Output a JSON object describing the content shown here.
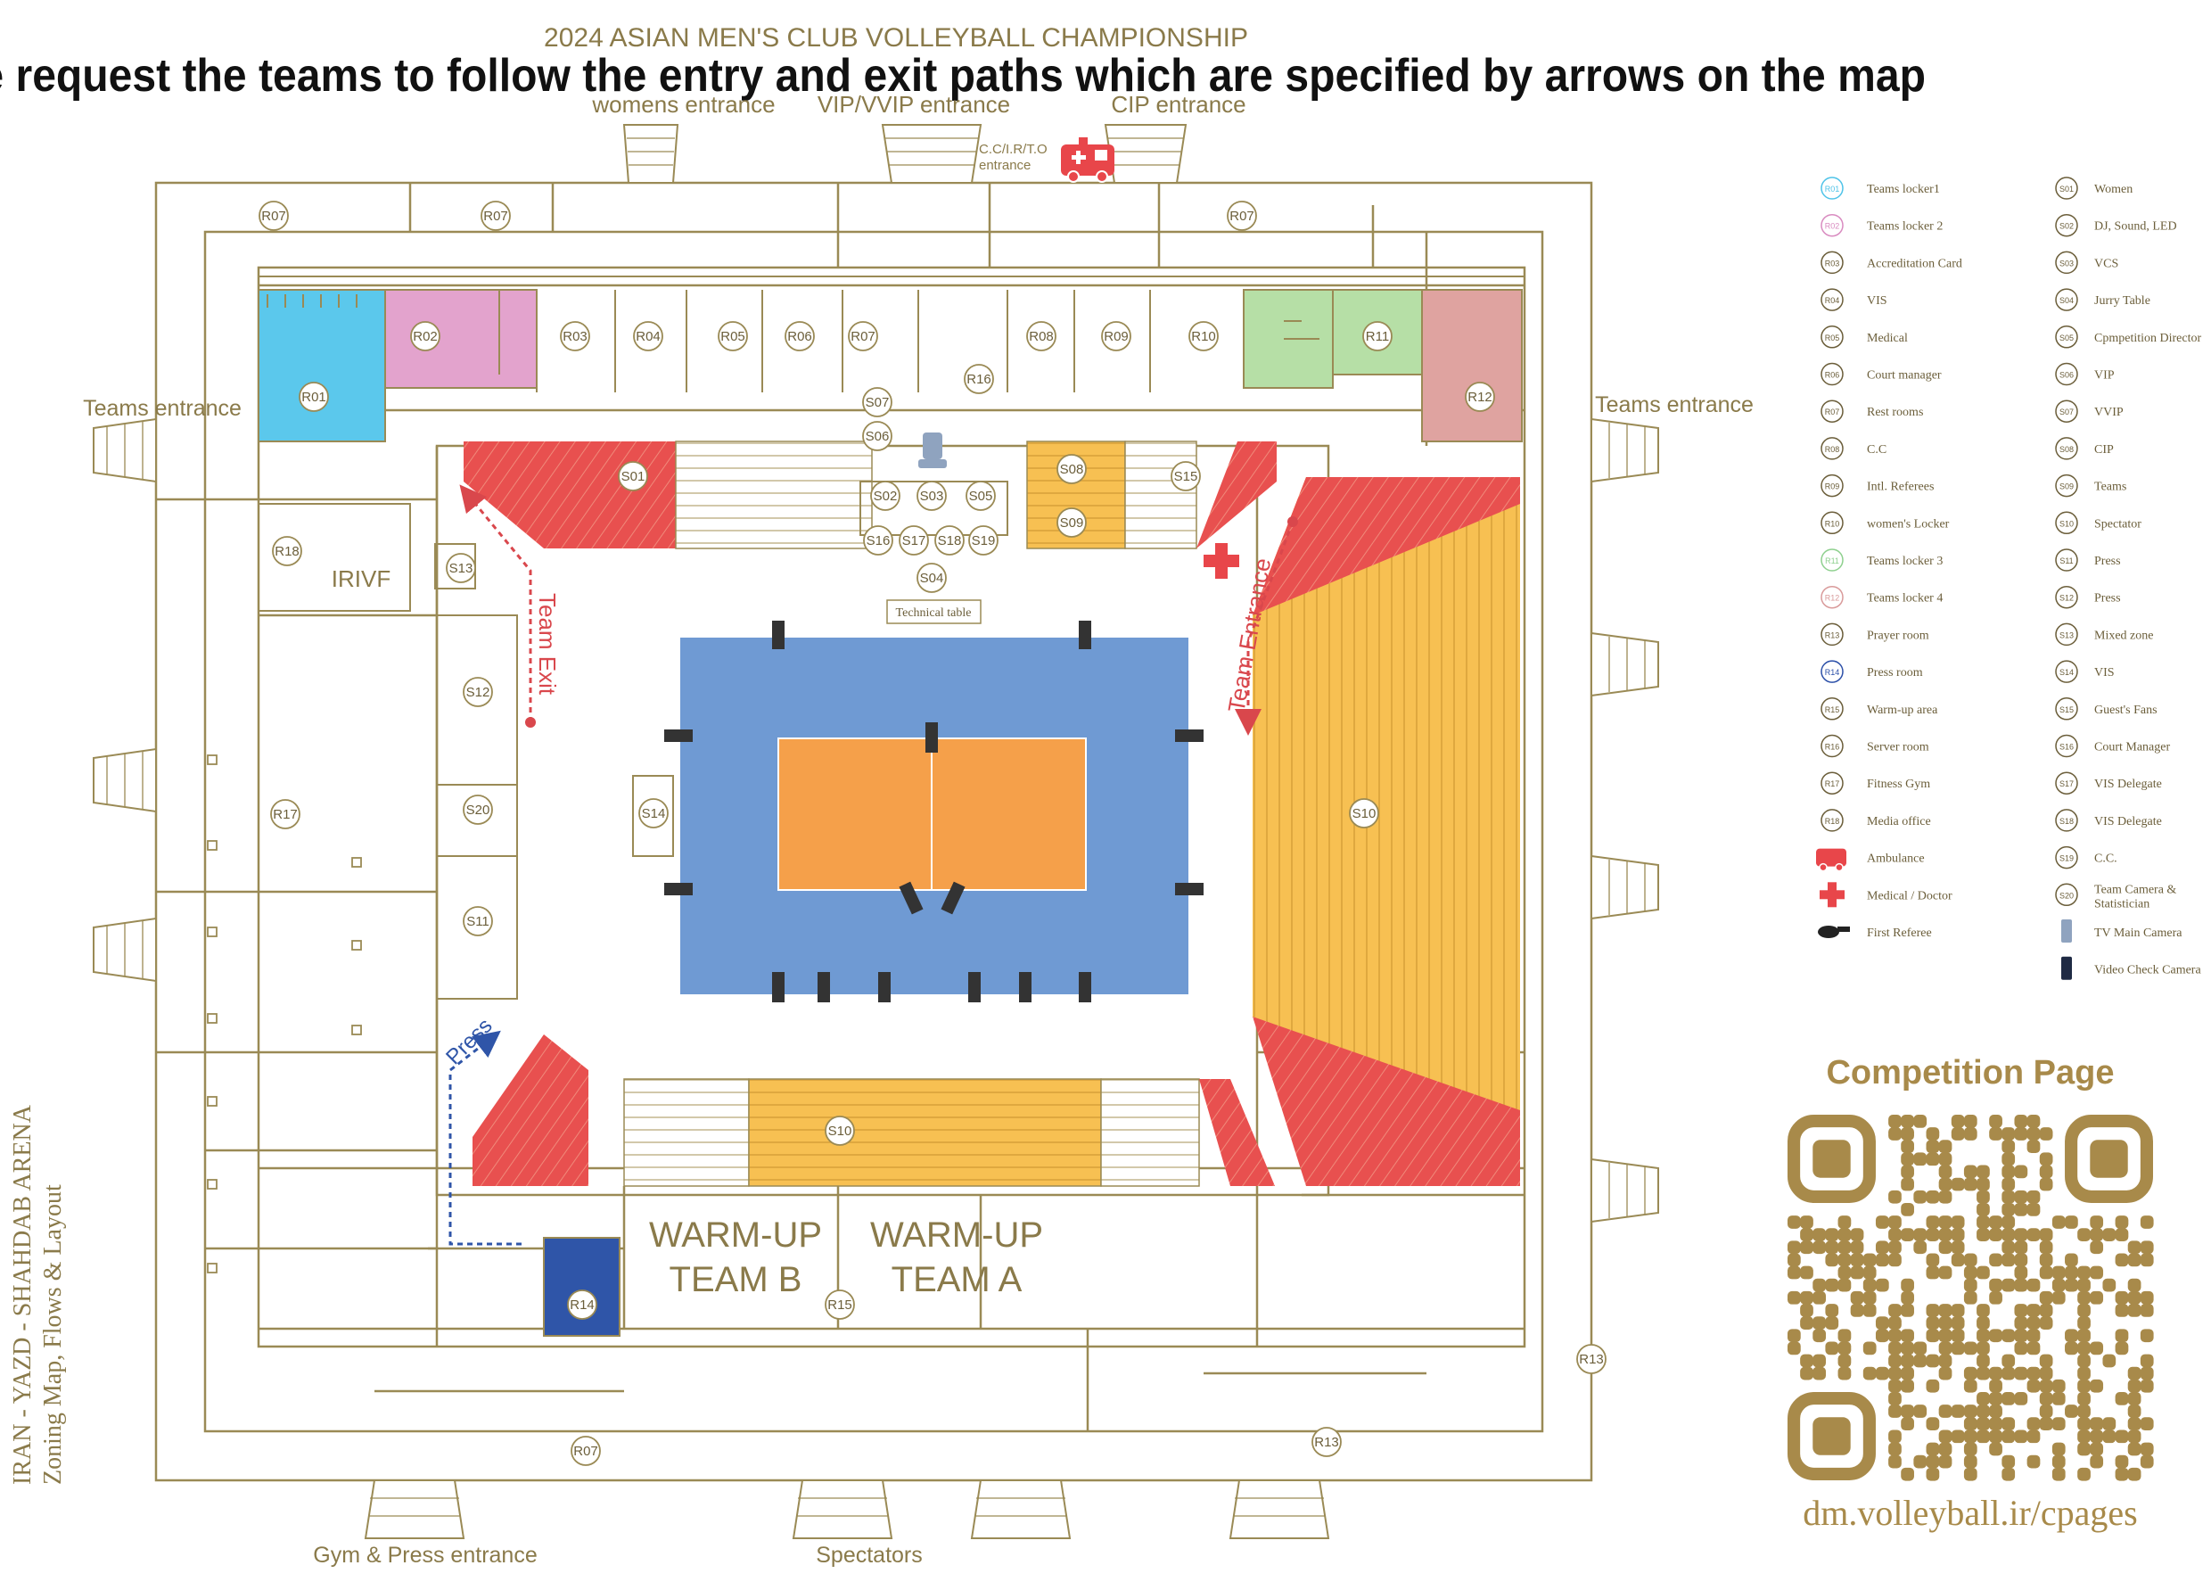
{
  "header": {
    "championship": "2024 ASIAN MEN'S CLUB VOLLEYBALL CHAMPIONSHIP",
    "instruction": "we request the teams to follow the entry and exit paths which are specified by arrows on the map"
  },
  "entrances": {
    "womens": "womens entrance",
    "vip": "VIP/VVIP entrance",
    "cip": "CIP entrance",
    "cc": "C.C/I.R/T.O entrance",
    "teams_left": "Teams entrance",
    "teams_right": "Teams entrance",
    "gym_press": "Gym & Press entrance",
    "spectators": "Spectators"
  },
  "side_title": {
    "line1": "IRAN - YAZD - SHAHDAB ARENA",
    "line2": "Zoning Map, Flows & Layout"
  },
  "flows": {
    "team_exit": "Team Exit",
    "team_entrance": "Team Entrance",
    "press": "Press"
  },
  "areas": {
    "irivf": "IRIVF",
    "technical_table": "Technical table",
    "warmup_b_1": "WARM-UP",
    "warmup_b_2": "TEAM B",
    "warmup_a_1": "WARM-UP",
    "warmup_a_2": "TEAM A"
  },
  "rooms": {
    "R01": "R01",
    "R02": "R02",
    "R03": "R03",
    "R04": "R04",
    "R05": "R05",
    "R06": "R06",
    "R07": "R07",
    "R08": "R08",
    "R09": "R09",
    "R10": "R10",
    "R11": "R11",
    "R12": "R12",
    "R13": "R13",
    "R14": "R14",
    "R15": "R15",
    "R16": "R16",
    "R17": "R17",
    "R18": "R18"
  },
  "seats": {
    "S01": "S01",
    "S02": "S02",
    "S03": "S03",
    "S04": "S04",
    "S05": "S05",
    "S06": "S06",
    "S07": "S07",
    "S08": "S08",
    "S09": "S09",
    "S10": "S10",
    "S11": "S11",
    "S12": "S12",
    "S13": "S13",
    "S14": "S14",
    "S15": "S15",
    "S16": "S16",
    "S17": "S17",
    "S18": "S18",
    "S19": "S19",
    "S20": "S20"
  },
  "legend_r": [
    {
      "code": "R01",
      "label": "Teams locker1",
      "color": "#4fc3e8"
    },
    {
      "code": "R02",
      "label": "Teams locker 2",
      "color": "#d98bc0"
    },
    {
      "code": "R03",
      "label": "Accreditation Card",
      "color": "#6b5e3a"
    },
    {
      "code": "R04",
      "label": "VIS",
      "color": "#6b5e3a"
    },
    {
      "code": "R05",
      "label": "Medical",
      "color": "#6b5e3a"
    },
    {
      "code": "R06",
      "label": "Court manager",
      "color": "#6b5e3a"
    },
    {
      "code": "R07",
      "label": "Rest rooms",
      "color": "#6b5e3a"
    },
    {
      "code": "R08",
      "label": "C.C",
      "color": "#6b5e3a"
    },
    {
      "code": "R09",
      "label": "Intl. Referees",
      "color": "#6b5e3a"
    },
    {
      "code": "R10",
      "label": "women's Locker",
      "color": "#6b5e3a"
    },
    {
      "code": "R11",
      "label": "Teams locker 3",
      "color": "#8ed08e"
    },
    {
      "code": "R12",
      "label": "Teams locker 4",
      "color": "#d99a9a"
    },
    {
      "code": "R13",
      "label": "Prayer room",
      "color": "#6b5e3a"
    },
    {
      "code": "R14",
      "label": "Press room",
      "color": "#2b4fa8"
    },
    {
      "code": "R15",
      "label": "Warm-up area",
      "color": "#6b5e3a"
    },
    {
      "code": "R16",
      "label": "Server room",
      "color": "#6b5e3a"
    },
    {
      "code": "R17",
      "label": "Fitness Gym",
      "color": "#6b5e3a"
    },
    {
      "code": "R18",
      "label": "Media office",
      "color": "#6b5e3a"
    }
  ],
  "legend_icons": [
    {
      "icon": "ambulance-icon",
      "label": "Ambulance",
      "color": "#e8464a"
    },
    {
      "icon": "medical-cross-icon",
      "label": "Medical / Doctor",
      "color": "#e8464a"
    },
    {
      "icon": "whistle-icon",
      "label": "First Referee",
      "color": "#6b5e3a"
    }
  ],
  "legend_s": [
    {
      "code": "S01",
      "label": "Women"
    },
    {
      "code": "S02",
      "label": "DJ, Sound, LED"
    },
    {
      "code": "S03",
      "label": "VCS"
    },
    {
      "code": "S04",
      "label": "Jurry Table"
    },
    {
      "code": "S05",
      "label": "Cpmpetition Director"
    },
    {
      "code": "S06",
      "label": "VIP"
    },
    {
      "code": "S07",
      "label": "VVIP"
    },
    {
      "code": "S08",
      "label": "CIP"
    },
    {
      "code": "S09",
      "label": "Teams"
    },
    {
      "code": "S10",
      "label": "Spectator"
    },
    {
      "code": "S11",
      "label": "Press"
    },
    {
      "code": "S12",
      "label": "Press"
    },
    {
      "code": "S13",
      "label": "Mixed zone"
    },
    {
      "code": "S14",
      "label": "VIS"
    },
    {
      "code": "S15",
      "label": "Guest's Fans"
    },
    {
      "code": "S16",
      "label": "Court Manager"
    },
    {
      "code": "S17",
      "label": "VIS Delegate"
    },
    {
      "code": "S18",
      "label": "VIS Delegate"
    },
    {
      "code": "S19",
      "label": "C.C."
    },
    {
      "code": "S20",
      "label": "Team Camera & Statistician"
    }
  ],
  "legend_cameras": [
    {
      "icon": "tv-main-camera-icon",
      "label": "TV Main Camera",
      "color": "#8fa3bf"
    },
    {
      "icon": "video-check-camera-icon",
      "label": "Video Check Camera",
      "color": "#1f2a44"
    }
  ],
  "qr": {
    "title": "Competition Page",
    "url": "dm.volleyball.ir/cpages"
  },
  "colors": {
    "wall": "#9a8a55",
    "gold": "#8a7a4a",
    "court_outer": "#6f9ad3",
    "court_inner": "#f5a04a",
    "stand_red": "#e8504f",
    "stand_yellow": "#f7c052",
    "locker1": "#5bc8ec",
    "locker2": "#e3a3cd",
    "locker3": "#b6dfa6",
    "locker4": "#dfa3a0",
    "press_room": "#2f55a8",
    "flow_red": "#d9474c",
    "flow_blue": "#2f55a8",
    "qr_gold": "#a88a4a"
  }
}
